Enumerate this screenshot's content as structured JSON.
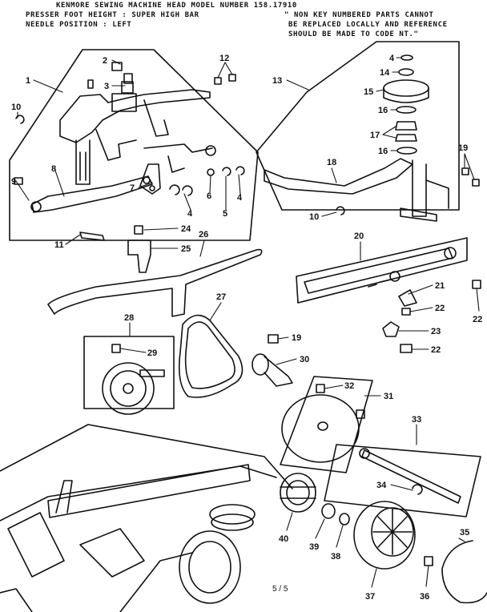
{
  "header": {
    "title": "KENMORE SEWING MACHINE HEAD  MODEL NUMBER 158.17910",
    "presser_foot": "PRESSER FOOT HEIGHT : SUPER HIGH BAR",
    "needle_position": "NEEDLE POSITION : LEFT",
    "note_line1": "\" NON KEY NUMBERED PARTS CANNOT",
    "note_line2": "BE REPLACED LOCALLY AND REFERENCE",
    "note_line3": "SHOULD BE MADE TO CODE NT.\""
  },
  "part_labels": {
    "p1": "1",
    "p2": "2",
    "p3": "3",
    "p4a": "4",
    "p4b": "4",
    "p4c": "4",
    "p5": "5",
    "p6": "6",
    "p7": "7",
    "p8": "8",
    "p9": "9",
    "p10a": "10",
    "p10b": "10",
    "p11": "11",
    "p12": "12",
    "p13": "13",
    "p14": "14",
    "p15": "15",
    "p16a": "16",
    "p16b": "16",
    "p17": "17",
    "p18": "18",
    "p19a": "19",
    "p19b": "19",
    "p20": "20",
    "p21": "21",
    "p22a": "22",
    "p22b": "22",
    "p22c": "22",
    "p23": "23",
    "p24": "24",
    "p25": "25",
    "p26": "26",
    "p27": "27",
    "p28": "28",
    "p29": "29",
    "p30": "30",
    "p31": "31",
    "p32": "32",
    "p33": "33",
    "p34": "34",
    "p35": "35",
    "p36": "36",
    "p37": "37",
    "p38": "38",
    "p39": "39",
    "p40": "40"
  },
  "page_number": "5 / 5"
}
